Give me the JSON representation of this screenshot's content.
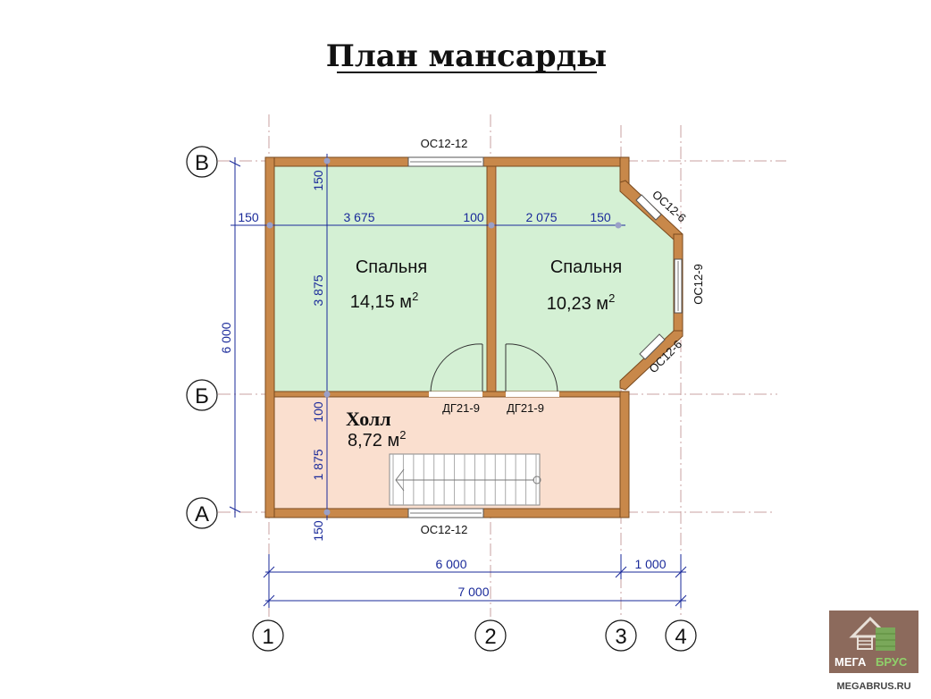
{
  "title": "План мансарды",
  "rooms": [
    {
      "name": "Спальня",
      "area_value": "14,15 м",
      "area_sup": "2"
    },
    {
      "name": "Спальня",
      "area_value": "10,23 м",
      "area_sup": "2"
    },
    {
      "name": "Холл",
      "area_value": "8,72 м",
      "area_sup": "2"
    }
  ],
  "windows": {
    "top": "ОС12-12",
    "bottom": "ОС12-12",
    "bay_upper": "ОС12-6",
    "bay_middle": "ОС12-9",
    "bay_lower": "ОС12-6"
  },
  "doors": {
    "left": "ДГ21-9",
    "right": "ДГ21-9"
  },
  "dimensions": {
    "wall_left": "150",
    "room1_width": "3 675",
    "partition": "100",
    "room2_width": "2 075",
    "wall_right": "150",
    "top_wall": "150",
    "room_depth": "3 875",
    "hall_partition": "100",
    "hall_depth": "1 875",
    "bottom_wall": "150",
    "total_height": "6 000",
    "width_main": "6 000",
    "width_bay": "1 000",
    "width_total": "7 000"
  },
  "axes": {
    "rows": [
      "В",
      "Б",
      "А"
    ],
    "columns": [
      "1",
      "2",
      "3",
      "4"
    ]
  },
  "logo": {
    "left": "МЕГА",
    "right": "БРУС",
    "site": "MEGABRUS.RU"
  },
  "colors": {
    "wall": "#c8884a",
    "wall_stroke": "#7a4a1e",
    "bedroom": "#d4f0d4",
    "hall": "#fadfcf",
    "dimension": "#1a2a9a",
    "axis_line": "#c89a9a"
  }
}
